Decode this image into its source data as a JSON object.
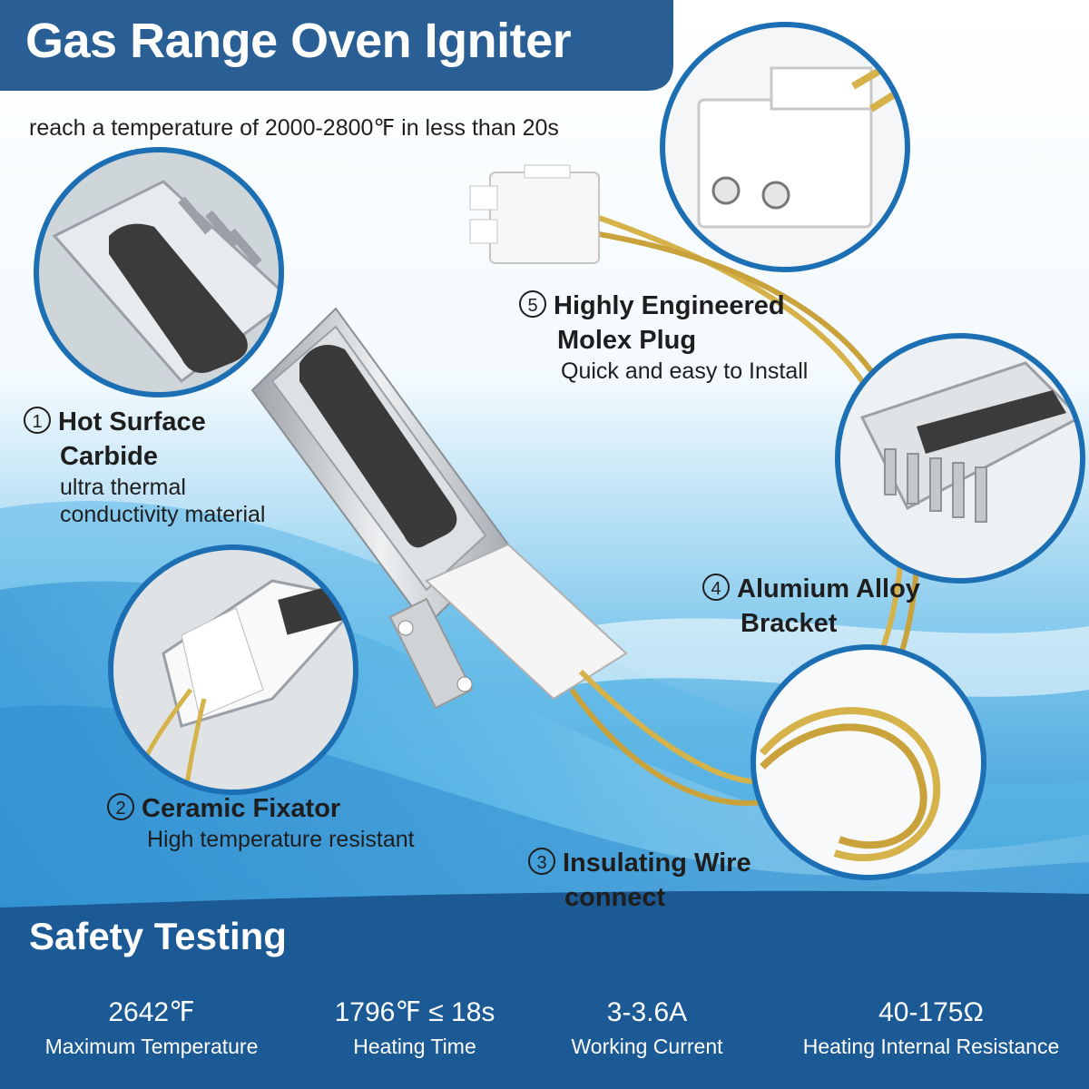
{
  "header": {
    "title": "Gas Range Oven Igniter",
    "subtitle": "reach a temperature of 2000-2800℉ in less than 20s"
  },
  "features": [
    {
      "number": "1",
      "title_line1": "Hot Surface",
      "title_line2": "Carbide",
      "desc_line1": "ultra thermal",
      "desc_line2": "conductivity material"
    },
    {
      "number": "2",
      "title_line1": "Ceramic Fixator",
      "desc_line1": "High temperature resistant"
    },
    {
      "number": "3",
      "title_line1": "Insulating Wire",
      "title_line2": "connect"
    },
    {
      "number": "4",
      "title_line1": "Alumium Alloy",
      "title_line2": "Bracket"
    },
    {
      "number": "5",
      "title_line1": "Highly Engineered",
      "title_line2": "Molex Plug",
      "desc_line1": "Quick and easy to Install"
    }
  ],
  "safety": {
    "title": "Safety Testing",
    "stats": [
      {
        "value": "2642℉",
        "label": "Maximum Temperature"
      },
      {
        "value": "1796℉ ≤ 18s",
        "label": "Heating Time"
      },
      {
        "value": "3-3.6A",
        "label": "Working Current"
      },
      {
        "value": "40-175Ω",
        "label": "Heating Internal Resistance"
      }
    ]
  },
  "colors": {
    "header_bg": "#2a5f96",
    "footer_bg": "#1b5a95",
    "circle_border": "#1d6fb4",
    "wire": "#d6b24a"
  },
  "icons": [
    "igniter-product-image",
    "molex-plug-image",
    "carbide-closeup-image",
    "ceramic-fixator-image",
    "bracket-closeup-image",
    "wire-closeup-image"
  ]
}
